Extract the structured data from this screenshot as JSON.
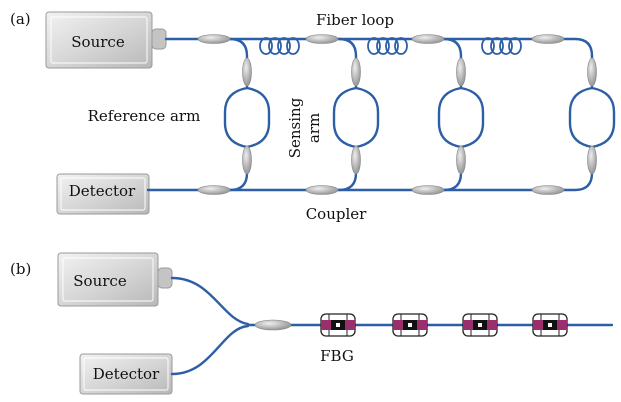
{
  "panel_a": {
    "label": "(a)",
    "source_label": "Source",
    "detector_label": "Detector",
    "fiber_loop_label": "Fiber loop",
    "reference_arm_label": "Reference arm",
    "sensing_arm_label_line1": "Sensing",
    "sensing_arm_label_line2": "arm",
    "coupler_label": "Coupler"
  },
  "panel_b": {
    "label": "(b)",
    "source_label": "Source",
    "detector_label": "Detector",
    "fbg_label": "FBG"
  },
  "colors": {
    "fiber": "#2d5fa6",
    "box_fill": "#d6d6d6",
    "coupler_fill": "#b3b3b3",
    "fbg_accent": "#9b2f6e"
  }
}
